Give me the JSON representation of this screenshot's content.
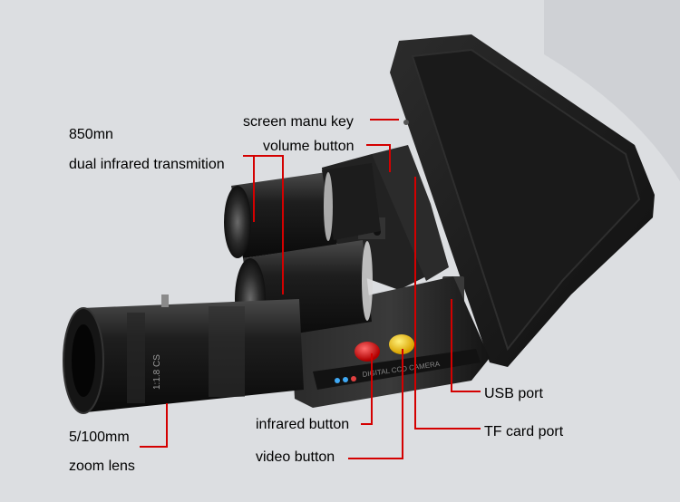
{
  "labels": {
    "wavelength": "850mn",
    "dual_infrared": "dual infrared transmition",
    "screen_menu_key": "screen manu key",
    "volume_button": "volume button",
    "usb_port": "USB port",
    "tf_card_port": "TF card port",
    "infrared_button": "infrared button",
    "video_button": "video button",
    "focal_length": "5/100mm",
    "zoom_lens": "zoom lens"
  },
  "colors": {
    "leader_line": "#d40000",
    "background": "#dcdee1",
    "camera_body": "#1c1c1c",
    "red_button": "#d81a1a",
    "yellow_button": "#f2c200"
  }
}
